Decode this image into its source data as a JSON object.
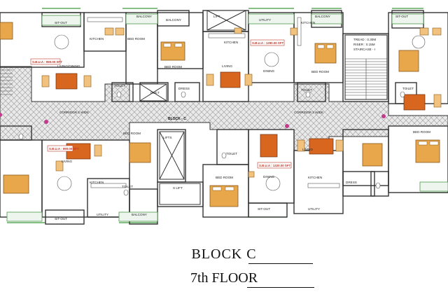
{
  "block_label": "BLOCK - C",
  "corridor_label": "CORRIDOR 2 WIDE",
  "title": "BLOCK  C",
  "subtitle": "7th FLOOR",
  "stair": {
    "line1": "TREAD : 0.30M",
    "line2": "RISER : 0.15M",
    "line3": "STAIRCASE - I"
  },
  "units": {
    "u1": {
      "sba": "S.B.U.A : 990.00 SFT",
      "living": "LIVING/DINING",
      "kitchen": "KITCHEN",
      "sitout": "SIT-OUT",
      "toilet": "TOILET",
      "balcony": "BALCONY"
    },
    "u2": {
      "sba": "S.B.U.A : 1290.00 SFT",
      "living": "LIVING",
      "dining": "DINING",
      "kitchen": "KITCHEN",
      "bed1": "BED ROOM",
      "bed2": "BED ROOM",
      "toilet": "TOILET",
      "balcony": "BALCONY",
      "utility": "UTILITY",
      "dress": "DRESS"
    },
    "u3": {
      "kitchen": "KITCHEN",
      "bed": "BED ROOM",
      "toilet": "TOILET",
      "balcony": "BALCONY",
      "sitout": "SIT-OUT"
    },
    "u4": {
      "sba": "S.B.U.A : 990.00 SFT",
      "living": "LIVING",
      "kitchen": "KITCHEN",
      "bed": "BED ROOM",
      "toilet": "TOILET",
      "utility": "UTILITY",
      "balcony": "BALCONY",
      "sitout": "SIT-OUT"
    },
    "u5": {
      "sba": "S.B.U.A : 1320.00 SFT",
      "living": "LIVING",
      "dining": "DINING",
      "kitchen": "KITCHEN",
      "bed1": "BED ROOM",
      "bed2": "BED ROOM",
      "toilet": "TOILET",
      "utility": "UTILITY",
      "sitout": "SIT-OUT",
      "dress": "DRESS"
    }
  },
  "core": {
    "lift1": "LIFT",
    "lift2": "S LIFT",
    "duct": "DUCT",
    "lifts": "LIFTS"
  }
}
